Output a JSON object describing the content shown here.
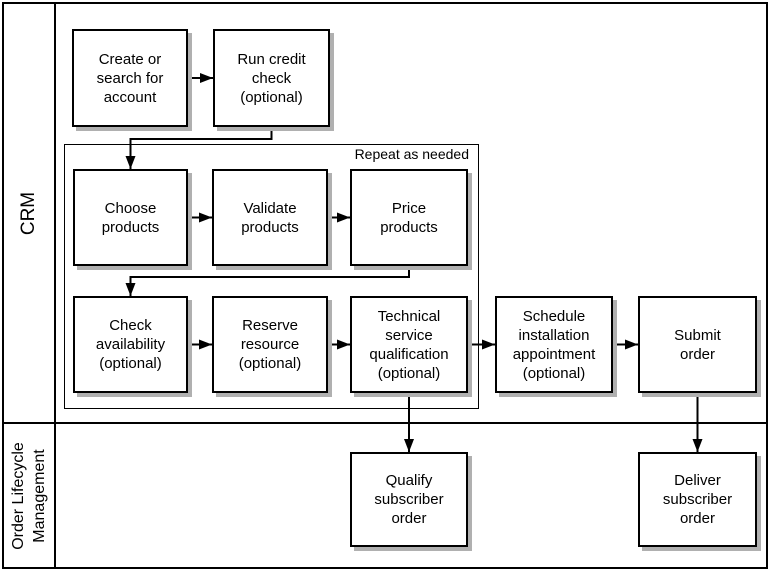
{
  "lanes": [
    {
      "id": "crm",
      "label": "CRM"
    },
    {
      "id": "order-lifecycle-management",
      "label": "Order Lifecycle\nManagement"
    }
  ],
  "repeat_group_label": "Repeat as needed",
  "nodes": [
    {
      "id": "create-or-search-for-account",
      "lane": "crm",
      "label": "Create or\nsearch for\naccount"
    },
    {
      "id": "run-credit-check",
      "lane": "crm",
      "label": "Run credit\ncheck\n(optional)"
    },
    {
      "id": "choose-products",
      "lane": "crm",
      "group": "repeat-as-needed",
      "label": "Choose\nproducts"
    },
    {
      "id": "validate-products",
      "lane": "crm",
      "group": "repeat-as-needed",
      "label": "Validate\nproducts"
    },
    {
      "id": "price-products",
      "lane": "crm",
      "group": "repeat-as-needed",
      "label": "Price\nproducts"
    },
    {
      "id": "check-availability",
      "lane": "crm",
      "group": "repeat-as-needed",
      "label": "Check\navailability\n(optional)"
    },
    {
      "id": "reserve-resource",
      "lane": "crm",
      "group": "repeat-as-needed",
      "label": "Reserve\nresource\n(optional)"
    },
    {
      "id": "technical-service-qualification",
      "lane": "crm",
      "group": "repeat-as-needed",
      "label": "Technical\nservice\nqualification\n(optional)"
    },
    {
      "id": "schedule-installation-appointment",
      "lane": "crm",
      "label": "Schedule\ninstallation\nappointment\n(optional)"
    },
    {
      "id": "submit-order",
      "lane": "crm",
      "label": "Submit\norder"
    },
    {
      "id": "qualify-subscriber-order",
      "lane": "order-lifecycle-management",
      "label": "Qualify\nsubscriber\norder"
    },
    {
      "id": "deliver-subscriber-order",
      "lane": "order-lifecycle-management",
      "label": "Deliver\nsubscriber\norder"
    }
  ],
  "connectors": [
    {
      "from": "create-or-search-for-account",
      "to": "run-credit-check"
    },
    {
      "from": "run-credit-check",
      "to": "choose-products"
    },
    {
      "from": "choose-products",
      "to": "validate-products"
    },
    {
      "from": "validate-products",
      "to": "price-products"
    },
    {
      "from": "price-products",
      "to": "check-availability"
    },
    {
      "from": "check-availability",
      "to": "reserve-resource"
    },
    {
      "from": "reserve-resource",
      "to": "technical-service-qualification"
    },
    {
      "from": "technical-service-qualification",
      "to": "schedule-installation-appointment"
    },
    {
      "from": "schedule-installation-appointment",
      "to": "submit-order"
    },
    {
      "from": "technical-service-qualification",
      "to": "qualify-subscriber-order"
    },
    {
      "from": "submit-order",
      "to": "deliver-subscriber-order"
    }
  ],
  "colors": {
    "border": "#000000",
    "box_fill": "#ffffff",
    "shadow": "#b0b0b0",
    "text": "#000000",
    "background": "#ffffff"
  }
}
